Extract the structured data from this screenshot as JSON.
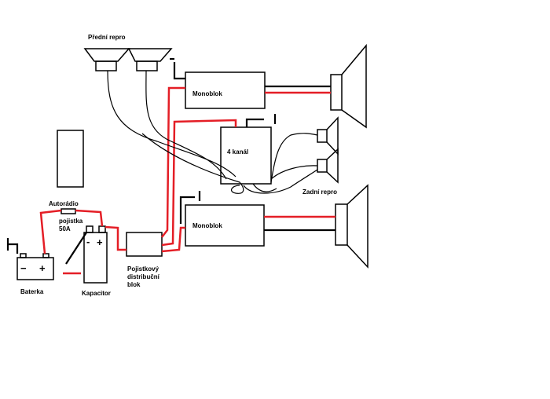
{
  "labels": {
    "front_speakers": "Přední repro",
    "monoblock_top": "Monoblok",
    "four_channel": "4 kanál",
    "rear_speakers": "Zadní repro",
    "monoblock_bottom": "Monoblok",
    "head_unit": "Autorádio",
    "fuse_line1": "pojistka",
    "fuse_line2": "50A",
    "battery": "Baterka",
    "capacitor": "Kapacitor",
    "distribution_line1": "Pojistkový",
    "distribution_line2": "distribuční",
    "distribution_line3": "blok",
    "minus": "−",
    "plus": "+",
    "cap_minus": "-",
    "cap_plus": "+"
  },
  "colors": {
    "power_wire": "#e41e26",
    "signal_wire": "#000000",
    "background": "#ffffff"
  }
}
